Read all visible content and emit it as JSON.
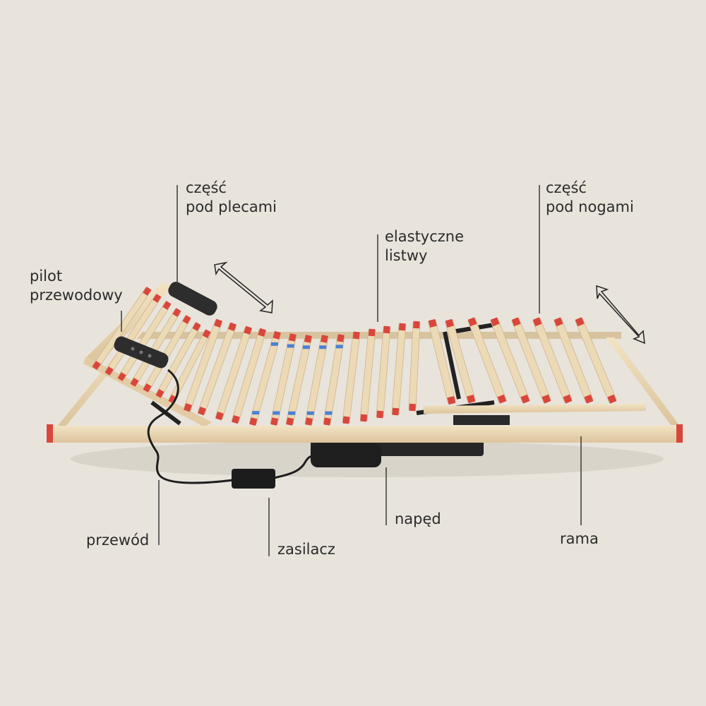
{
  "labels": {
    "backrest": "część\npod plecami",
    "legrest": "część\npod nogami",
    "slats": "elastyczne\nlistwy",
    "remote": "pilot\nprzewodowy",
    "cable": "przewód",
    "power_supply": "zasilacz",
    "motor": "napęd",
    "frame": "rama"
  },
  "colors": {
    "background": "#e8e4dc",
    "wood": "#ecd9b6",
    "slat_cap": "#d9463c",
    "slat_holder": "#4a80d6",
    "motor": "#222222",
    "leader_line": "#3a3a3a"
  }
}
